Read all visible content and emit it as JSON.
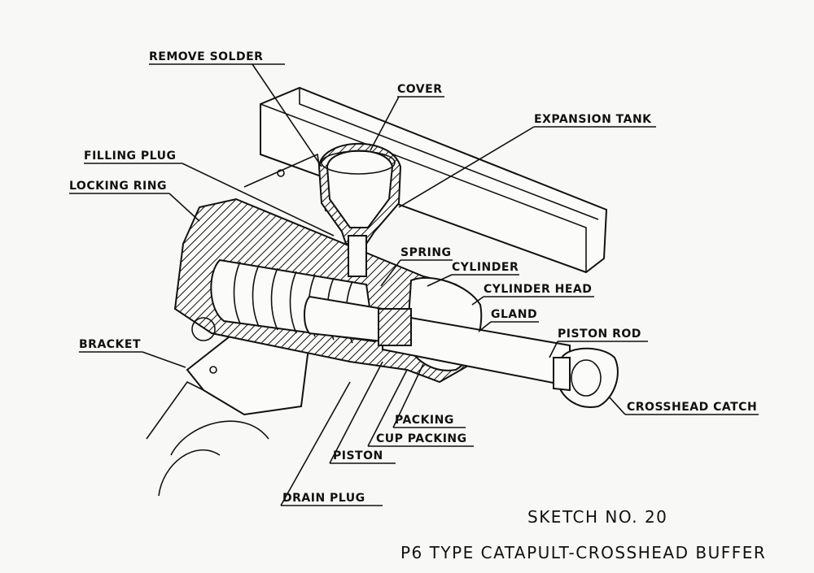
{
  "labels": {
    "remove_solder": "REMOVE SOLDER",
    "cover": "COVER",
    "expansion_tank": "EXPANSION TANK",
    "filling_plug": "FILLING PLUG",
    "locking_ring": "LOCKING RING",
    "spring": "SPRING",
    "cylinder": "CYLINDER",
    "cylinder_head": "CYLINDER HEAD",
    "gland": "GLAND",
    "piston_rod": "PISTON ROD",
    "bracket": "BRACKET",
    "crosshead_catch": "CROSSHEAD CATCH",
    "packing": "PACKING",
    "cup_packing": "CUP PACKING",
    "piston": "PISTON",
    "drain_plug": "DRAIN PLUG"
  },
  "title": {
    "sketch": "SKETCH NO. 20",
    "caption": "P6 TYPE CATAPULT-CROSSHEAD BUFFER"
  }
}
